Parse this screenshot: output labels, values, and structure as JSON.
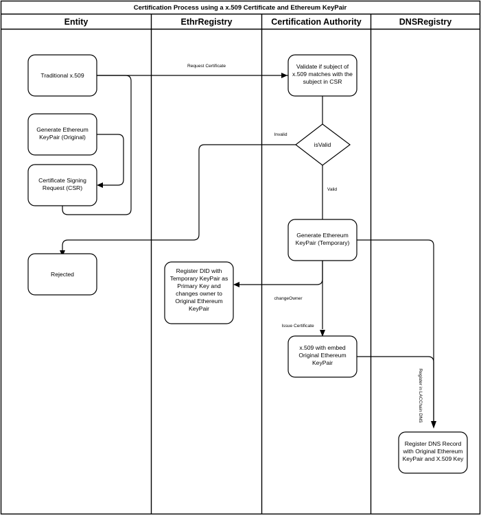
{
  "diagram": {
    "title": "Certification Process using a x.509 Certificate and Ethereum KeyPair",
    "type": "swimlane-flowchart",
    "lanes": [
      {
        "id": "entity",
        "label": "Entity"
      },
      {
        "id": "ethrregistry",
        "label": "EthrRegistry"
      },
      {
        "id": "ca",
        "label": "Certification Authority"
      },
      {
        "id": "dnsregistry",
        "label": "DNSRegistry"
      }
    ],
    "nodes": [
      {
        "id": "traditional-x509",
        "lane": "entity",
        "shape": "rounded-rect",
        "lines": [
          "Traditional x.509"
        ]
      },
      {
        "id": "generate-keypair-original",
        "lane": "entity",
        "shape": "rounded-rect",
        "lines": [
          "Generate Ethereum",
          "KeyPair (Original)"
        ]
      },
      {
        "id": "csr",
        "lane": "entity",
        "shape": "rounded-rect",
        "lines": [
          "Certificate Signing",
          "Request (CSR)"
        ]
      },
      {
        "id": "rejected",
        "lane": "entity",
        "shape": "rounded-rect",
        "lines": [
          "Rejected"
        ]
      },
      {
        "id": "register-did",
        "lane": "ethrregistry",
        "shape": "rounded-rect",
        "lines": [
          "Register DID with",
          "Temporary KeyPair as",
          "Primary Key and",
          "changes owner to",
          "Original Ethereum",
          "KeyPair"
        ]
      },
      {
        "id": "validate-subject",
        "lane": "ca",
        "shape": "rounded-rect",
        "lines": [
          "Validate if subject of",
          "x.509 matches with the",
          "subject in CSR"
        ]
      },
      {
        "id": "is-valid",
        "lane": "ca",
        "shape": "diamond",
        "lines": [
          "isValid"
        ]
      },
      {
        "id": "generate-keypair-temporary",
        "lane": "ca",
        "shape": "rounded-rect",
        "lines": [
          "Generate Ethereum",
          "KeyPair (Temporary)"
        ]
      },
      {
        "id": "x509-embed",
        "lane": "ca",
        "shape": "rounded-rect",
        "lines": [
          "x.509 with embed",
          "Original Ethereum",
          "KeyPair"
        ]
      },
      {
        "id": "register-dns-record",
        "lane": "dnsregistry",
        "shape": "rounded-rect",
        "lines": [
          "Register DNS Record",
          "with Original Ethereum",
          "KeyPair and X.509 Key"
        ]
      }
    ],
    "edge_labels": {
      "request_certificate": "Request Certificate",
      "invalid": "Invalid",
      "valid": "Valid",
      "change_owner": "changeOwner",
      "issue_certificate": "Issue Certificate",
      "register_lacchain_dns": "Register in LACChain DNS"
    },
    "colors": {
      "stroke": "#000000",
      "fill": "#ffffff",
      "text": "#000000"
    }
  }
}
